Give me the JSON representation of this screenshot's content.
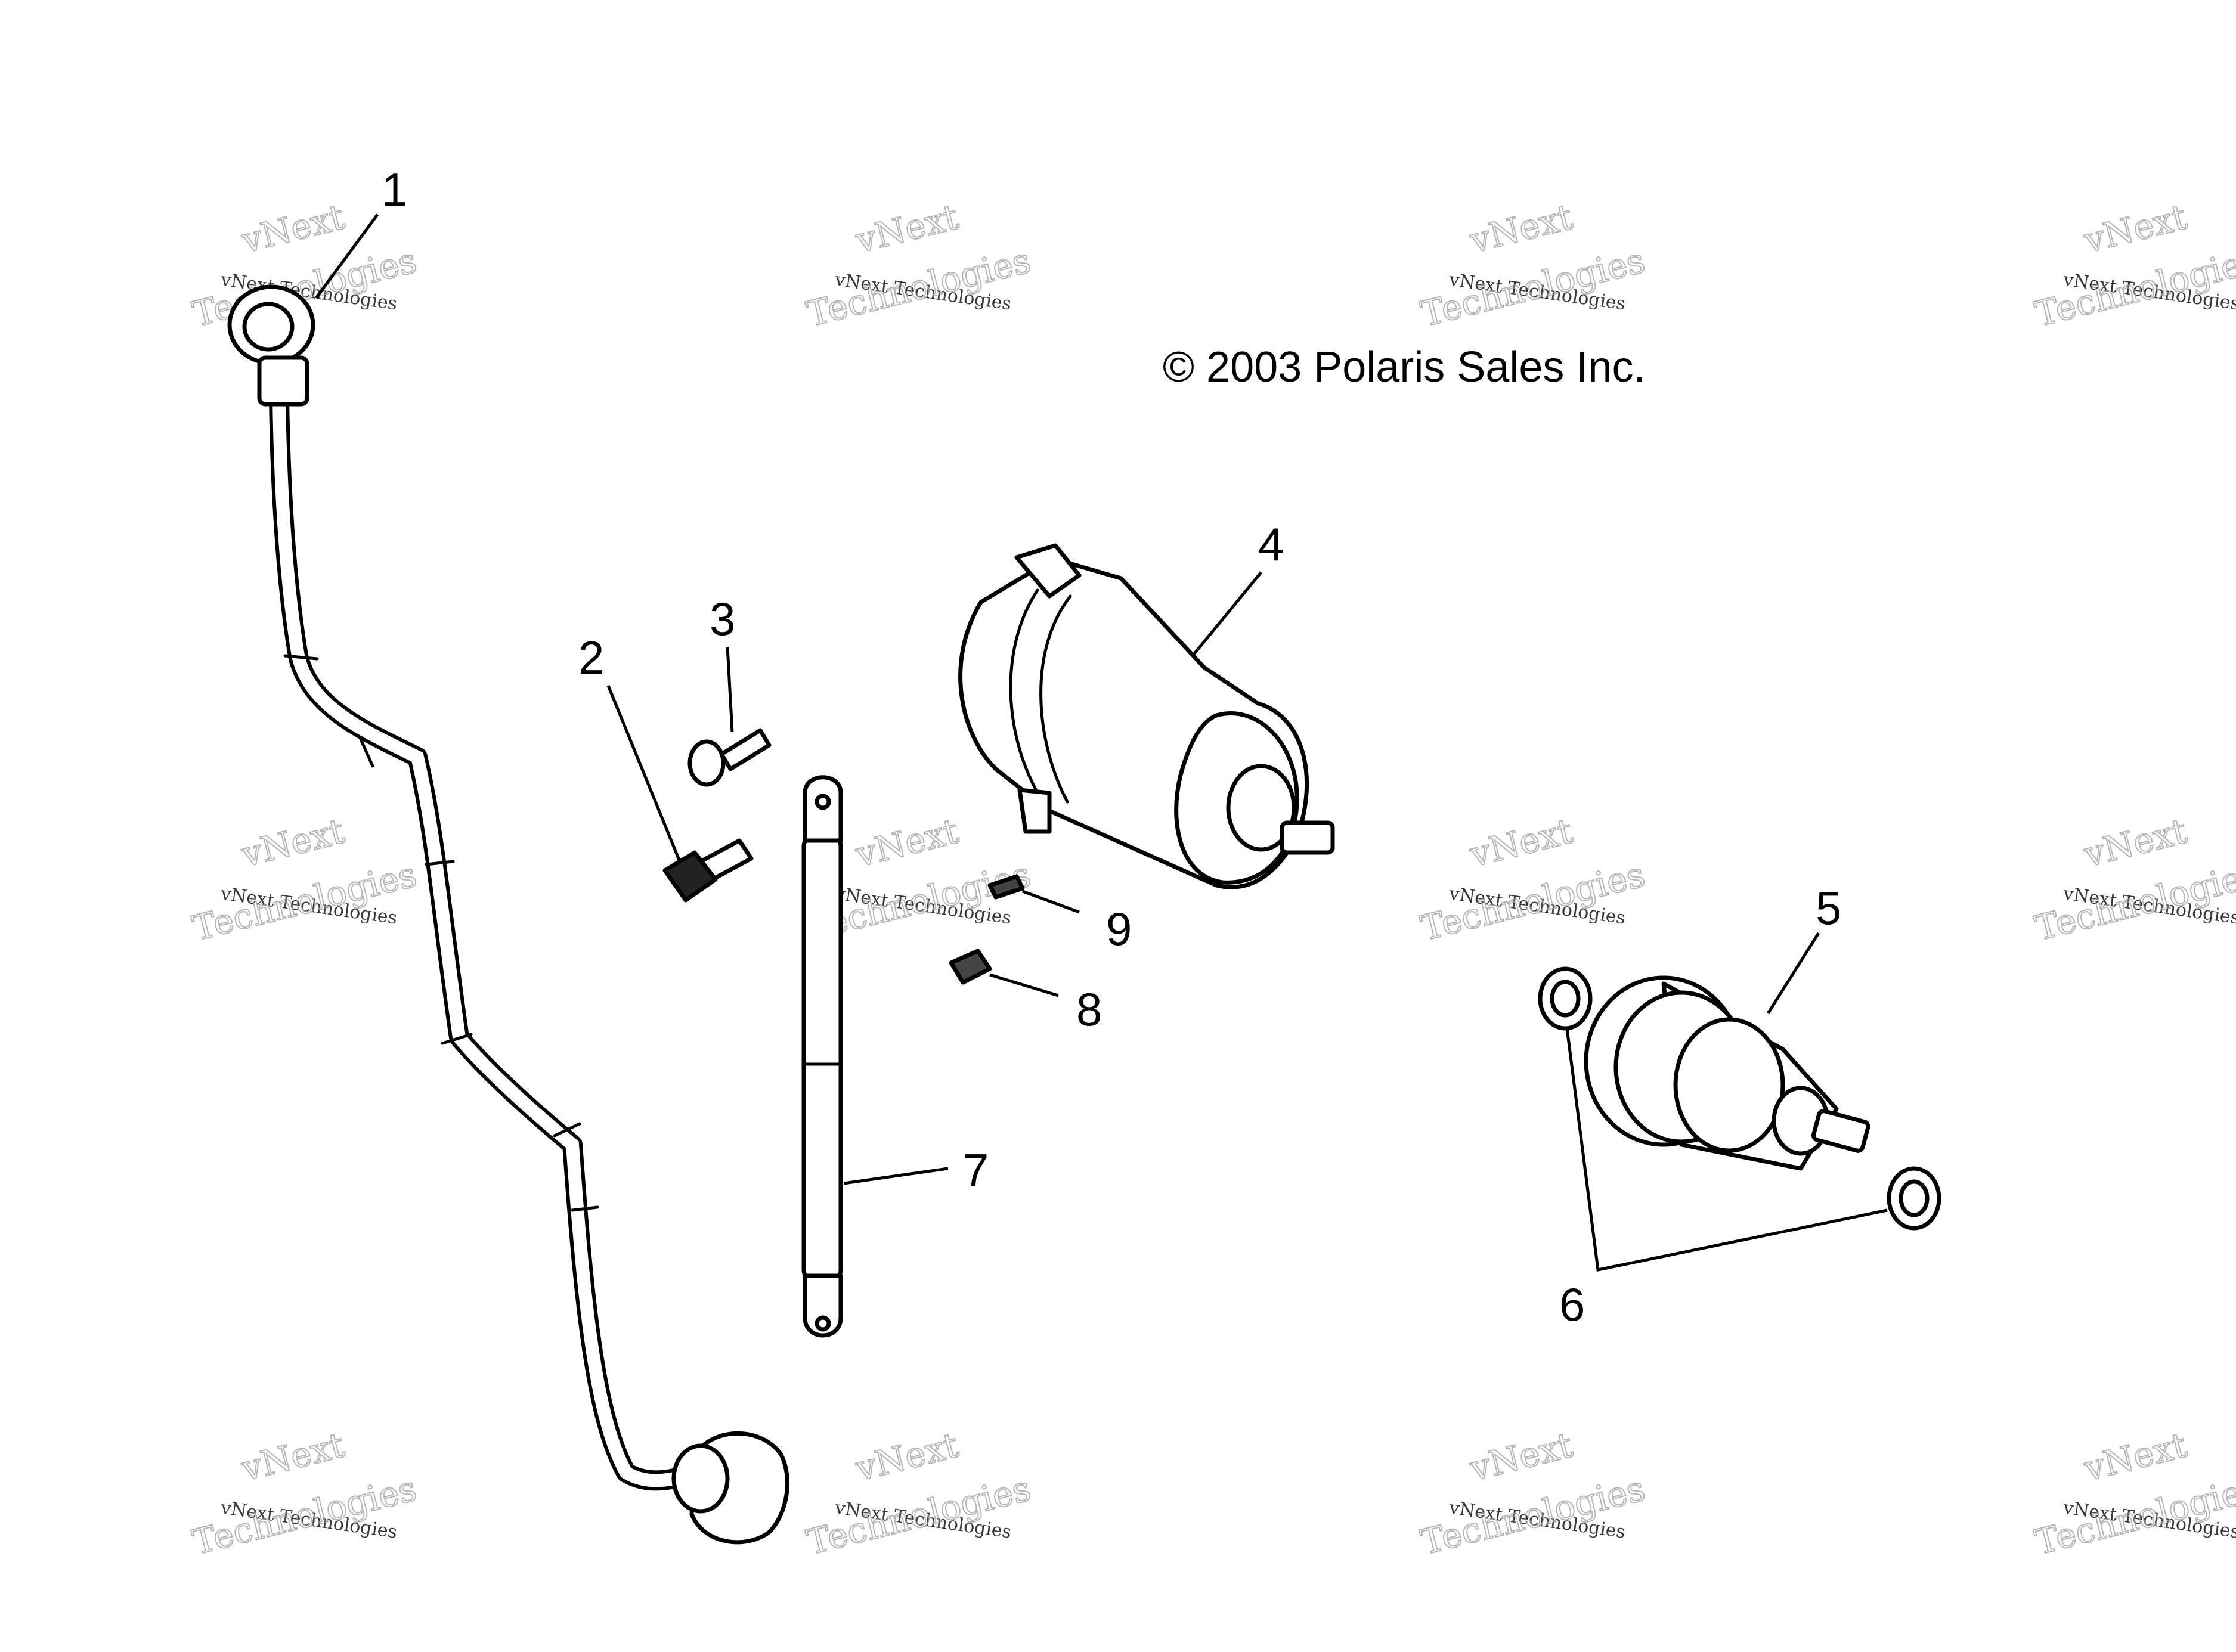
{
  "diagram": {
    "copyright": "© 2003 Polaris Sales Inc.",
    "callouts": [
      "1",
      "2",
      "3",
      "4",
      "5",
      "6",
      "7",
      "8",
      "9"
    ],
    "watermark": {
      "line1": "vNext",
      "line2": "vNext Technologies",
      "line3": "Technologies"
    }
  }
}
